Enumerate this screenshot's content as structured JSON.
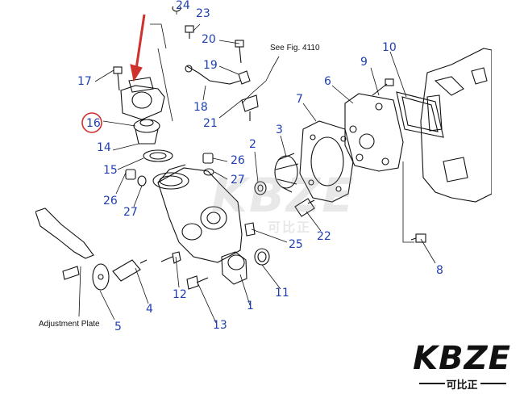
{
  "figure_ref": "See Fig. 4110",
  "adjustment_label": "Adjustment Plate",
  "callouts": [
    "24",
    "23",
    "20",
    "19",
    "18",
    "21",
    "17",
    "16",
    "14",
    "15",
    "26",
    "27",
    "26",
    "27",
    "2",
    "3",
    "7",
    "6",
    "9",
    "10",
    "22",
    "25",
    "8",
    "12",
    "13",
    "1",
    "11",
    "4",
    "5"
  ],
  "highlighted_callout": "16",
  "colors": {
    "callout": "#1f3fb0",
    "highlight_circle": "#d0312d",
    "arrow": "#d0312d",
    "line_art": "#111111"
  },
  "watermark": {
    "text": "KBZE",
    "sub": "可比正"
  },
  "brand": {
    "name": "KBZE",
    "sub": "可比正"
  }
}
